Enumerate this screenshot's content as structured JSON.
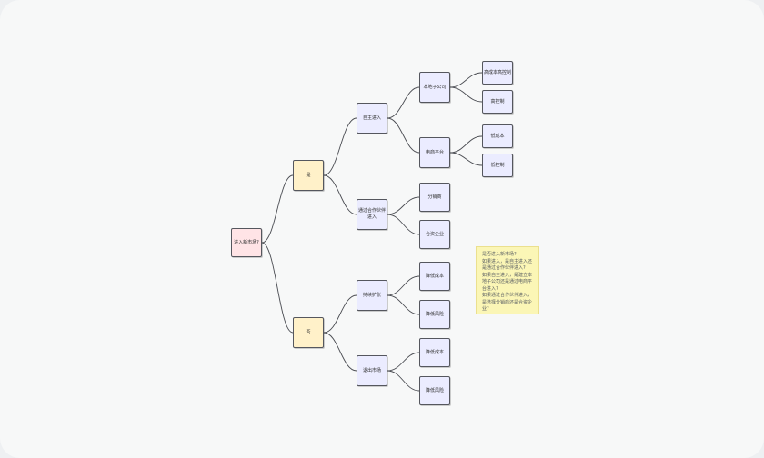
{
  "colors": {
    "root_fill": "#ffe4e6",
    "decision_fill": "#fff1c9",
    "branch_fill": "#ebecff",
    "note_fill": "#fbf6b6",
    "edge": "#4a4c52"
  },
  "diagram": {
    "nodes": [
      {
        "id": "root",
        "label": "进入新市场?",
        "kind": "root"
      },
      {
        "id": "yes",
        "label": "是",
        "kind": "decision"
      },
      {
        "id": "no",
        "label": "否",
        "kind": "decision"
      },
      {
        "id": "self",
        "label": "自主进入",
        "kind": "branch"
      },
      {
        "id": "partner",
        "label": "通过合作伙伴进入",
        "kind": "branch"
      },
      {
        "id": "expand",
        "label": "持续扩张",
        "kind": "branch"
      },
      {
        "id": "exit",
        "label": "退出市场",
        "kind": "branch"
      },
      {
        "id": "local",
        "label": "本地子公司",
        "kind": "branch"
      },
      {
        "id": "ecom",
        "label": "电商平台",
        "kind": "branch"
      },
      {
        "id": "hcHigh",
        "label": "高成本高控制",
        "kind": "branch"
      },
      {
        "id": "hCtrl",
        "label": "高控制",
        "kind": "branch"
      },
      {
        "id": "lCost",
        "label": "低成本",
        "kind": "branch"
      },
      {
        "id": "lCtrl",
        "label": "低控制",
        "kind": "branch"
      },
      {
        "id": "dist",
        "label": "分销商",
        "kind": "branch"
      },
      {
        "id": "jv",
        "label": "合资企业",
        "kind": "branch"
      },
      {
        "id": "e1",
        "label": "降低成本",
        "kind": "branch"
      },
      {
        "id": "e2",
        "label": "降低风险",
        "kind": "branch"
      },
      {
        "id": "x1",
        "label": "降低成本",
        "kind": "branch"
      },
      {
        "id": "x2",
        "label": "降低风险",
        "kind": "branch"
      }
    ],
    "edges": [
      [
        "root",
        "yes"
      ],
      [
        "root",
        "no"
      ],
      [
        "yes",
        "self"
      ],
      [
        "yes",
        "partner"
      ],
      [
        "no",
        "expand"
      ],
      [
        "no",
        "exit"
      ],
      [
        "self",
        "local"
      ],
      [
        "self",
        "ecom"
      ],
      [
        "local",
        "hcHigh"
      ],
      [
        "local",
        "hCtrl"
      ],
      [
        "ecom",
        "lCost"
      ],
      [
        "ecom",
        "lCtrl"
      ],
      [
        "partner",
        "dist"
      ],
      [
        "partner",
        "jv"
      ],
      [
        "expand",
        "e1"
      ],
      [
        "expand",
        "e2"
      ],
      [
        "exit",
        "x1"
      ],
      [
        "exit",
        "x2"
      ]
    ],
    "note": {
      "text": "是否进入新市场?\n如果进入，是自主进入还是通过合作伙伴进入?\n如果自主进入，是建立本地子公司还是通过电商平台进入?\n如果通过合作伙伴进入，是选择分销商还是合资企业?"
    }
  }
}
